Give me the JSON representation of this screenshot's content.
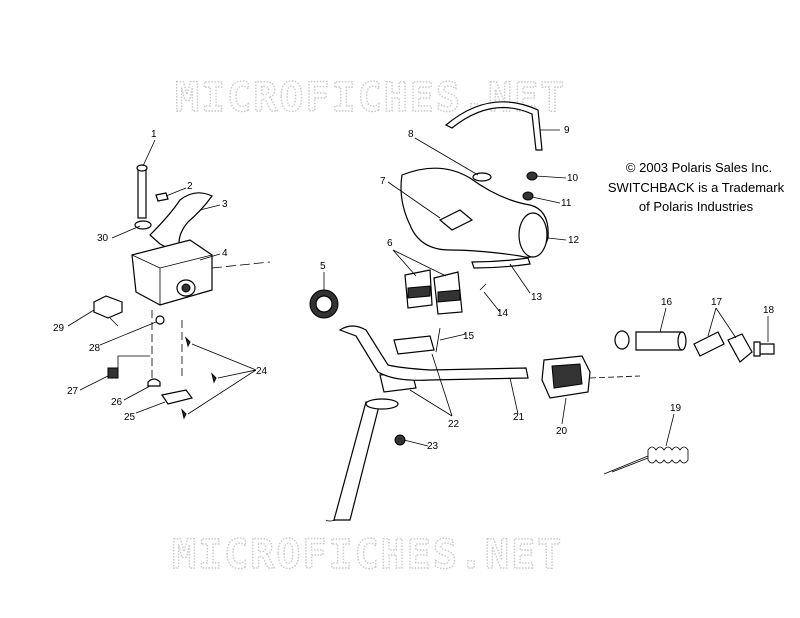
{
  "watermark": "MICROFICHES.NET",
  "copyright": "© 2003 Polaris Sales Inc.",
  "trademark_line1": "SWITCHBACK is a Trademark",
  "trademark_line2": "of Polaris Industries",
  "callouts": [
    "1",
    "2",
    "3",
    "4",
    "5",
    "6",
    "7",
    "8",
    "9",
    "10",
    "11",
    "12",
    "13",
    "14",
    "15",
    "16",
    "17",
    "18",
    "19",
    "20",
    "21",
    "22",
    "23",
    "24",
    "25",
    "26",
    "27",
    "28",
    "29",
    "30"
  ]
}
